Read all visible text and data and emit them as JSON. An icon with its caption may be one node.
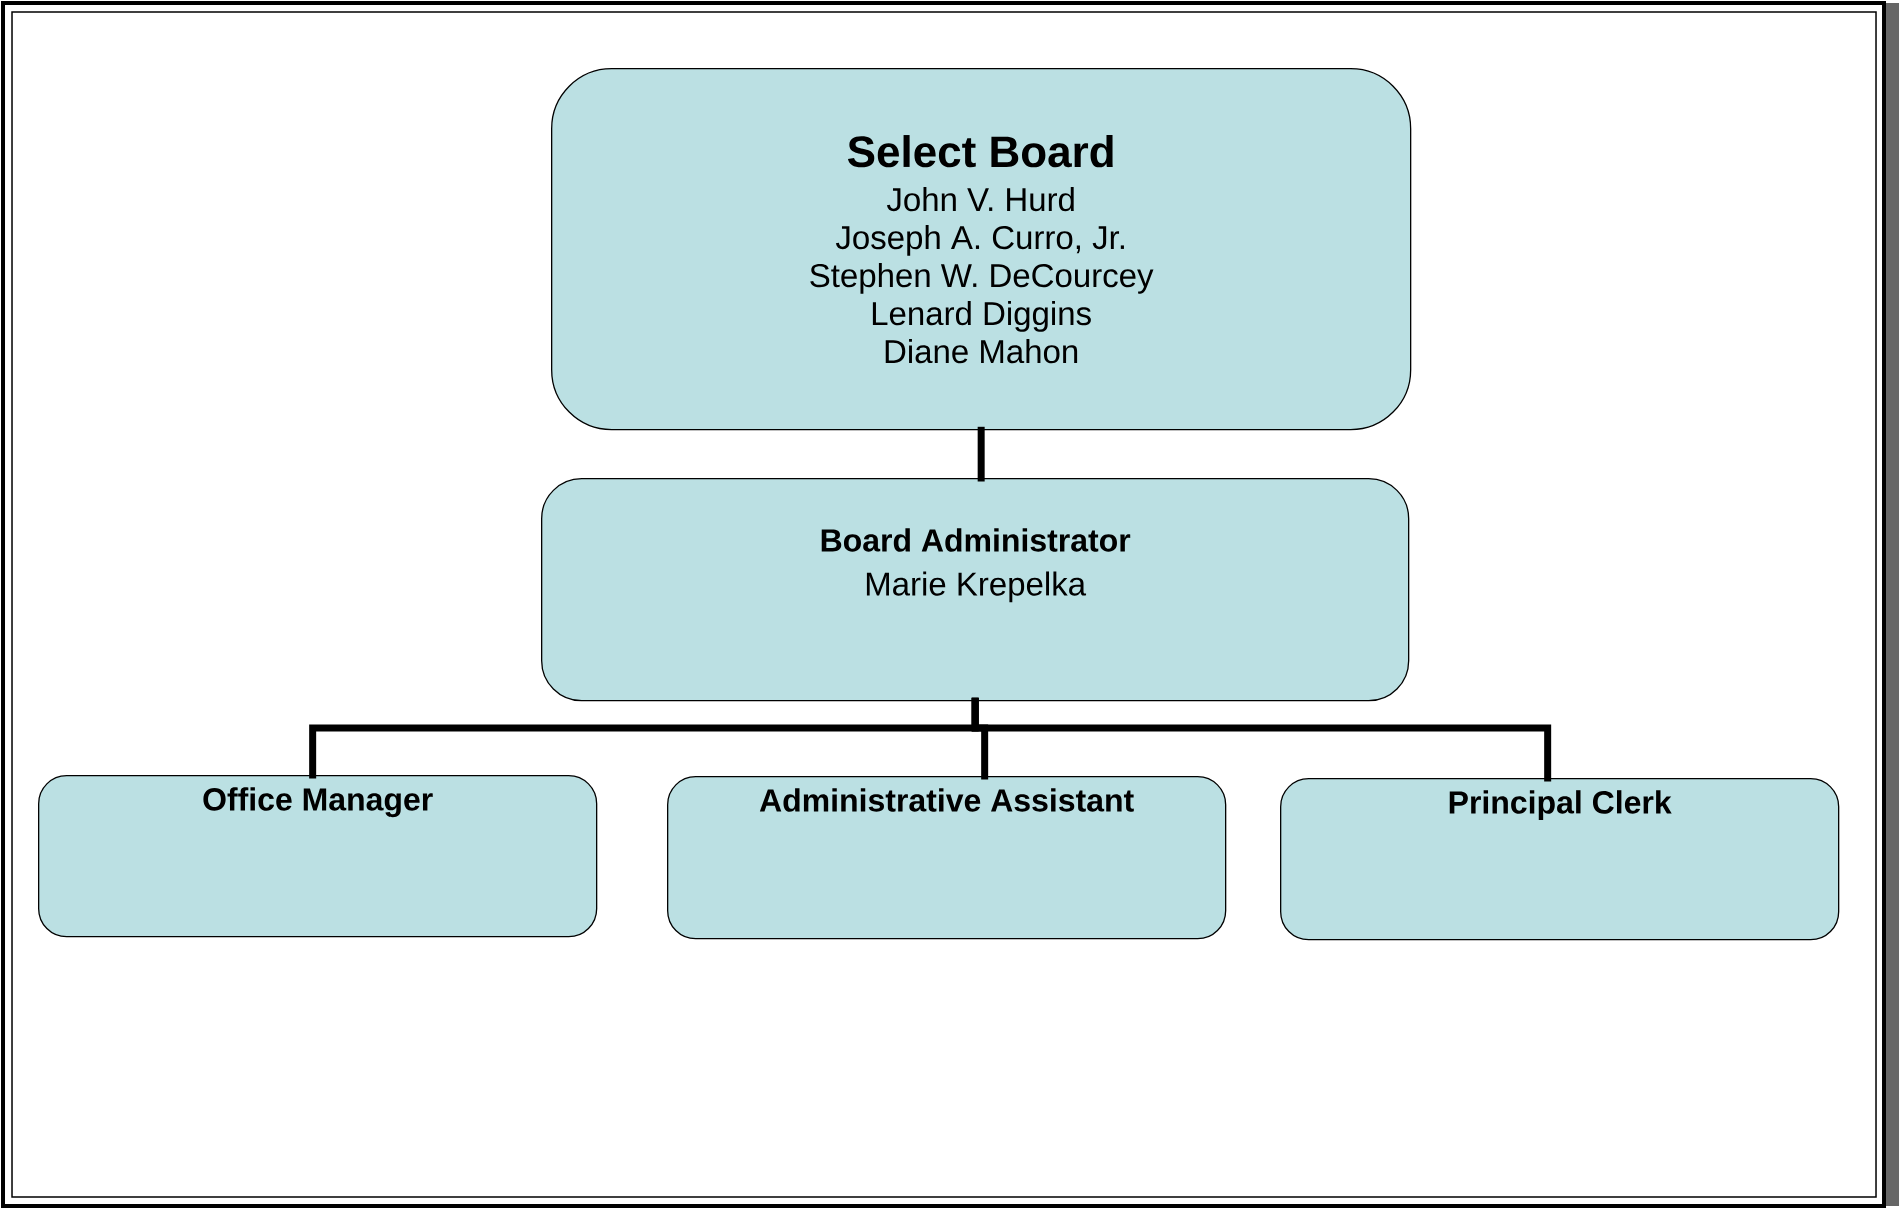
{
  "diagram": {
    "nodes": [
      {
        "text": [
          "Select Board",
          "John V. Hurd",
          "Joseph A. Curro, Jr.",
          "Stephen W. DeCourcey",
          "Lenard Diggins",
          "Diane Mahon"
        ]
      },
      {
        "text": [
          "Board Administrator",
          "Marie Krepelka"
        ]
      },
      {
        "text": [
          "Office Manager"
        ]
      },
      {
        "text": [
          "Administrative Assistant"
        ]
      },
      {
        "text": [
          "Principal Clerk"
        ]
      }
    ],
    "edges": [
      {
        "from": 0,
        "to": 1,
        "arrow": "none"
      },
      {
        "from": 1,
        "to": 2,
        "arrow": "none"
      },
      {
        "from": 1,
        "to": 3,
        "arrow": "none"
      },
      {
        "from": 1,
        "to": 4,
        "arrow": "none"
      }
    ]
  }
}
